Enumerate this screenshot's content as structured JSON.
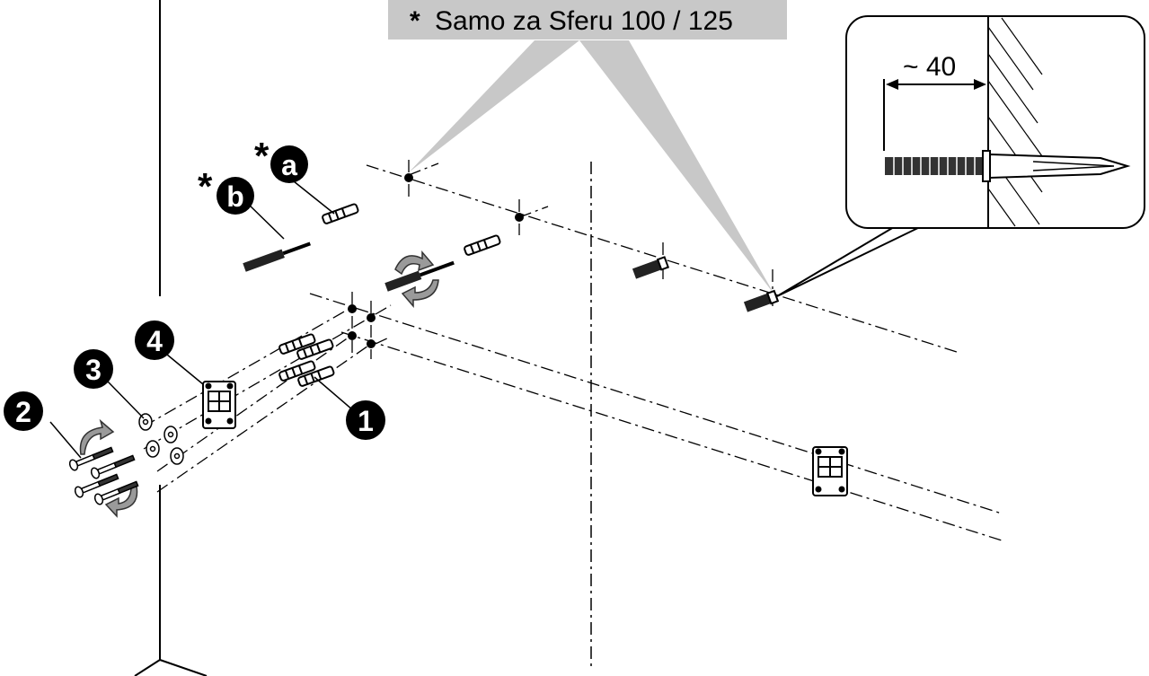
{
  "note": {
    "asterisk": "*",
    "text": "Samo za Sferu 100 / 125"
  },
  "detail": {
    "dimension": "~ 40"
  },
  "markers": [
    {
      "id": "1",
      "label": "1"
    },
    {
      "id": "2",
      "label": "2"
    },
    {
      "id": "3",
      "label": "3"
    },
    {
      "id": "4",
      "label": "4"
    },
    {
      "id": "a",
      "label": "a",
      "prefix": "*"
    },
    {
      "id": "b",
      "label": "b",
      "prefix": "*"
    }
  ]
}
